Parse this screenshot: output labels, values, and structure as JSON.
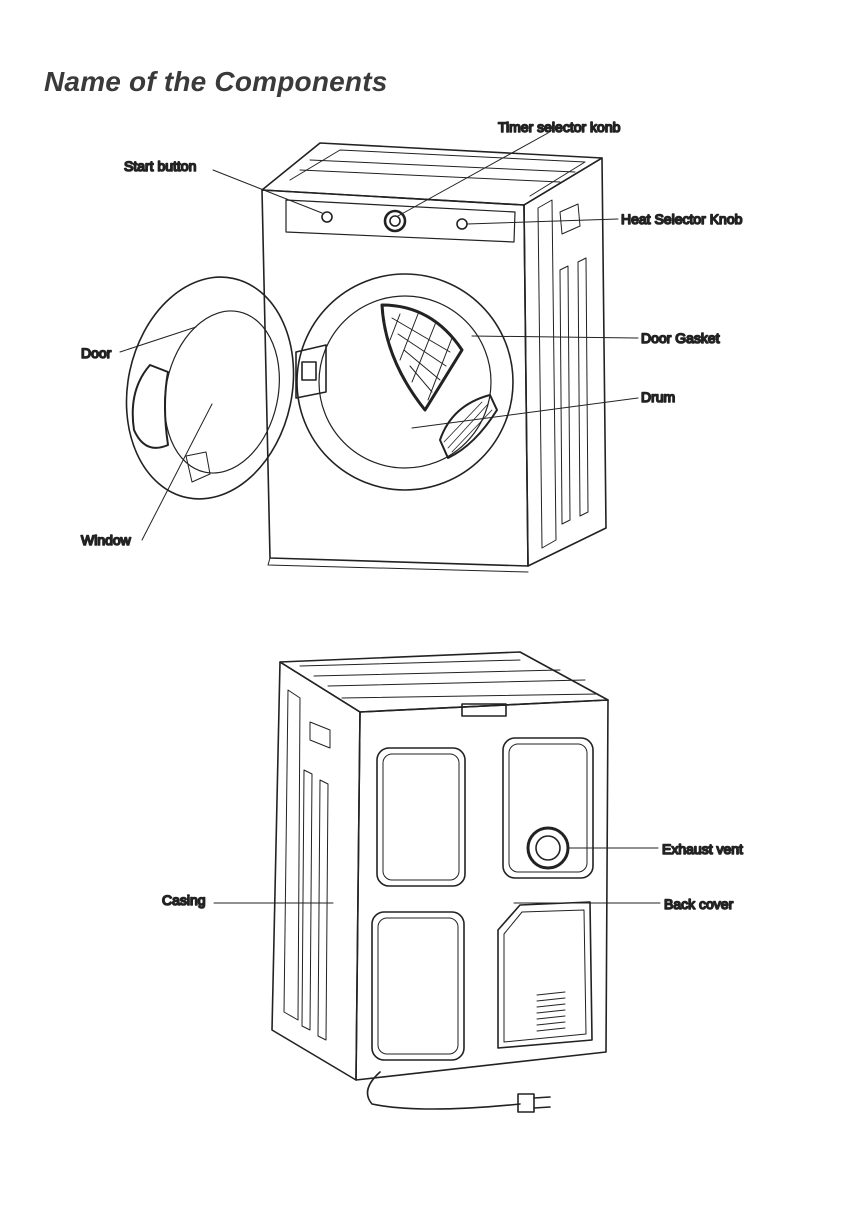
{
  "page": {
    "title": "Name of the Components"
  },
  "front_view": {
    "labels": {
      "timer_knob": "Timer selector konb",
      "start_button": "Start button",
      "heat_knob": "Heat Selector Knob",
      "door": "Door",
      "door_gasket": "Door Gasket",
      "drum": "Drum",
      "window": "Window"
    }
  },
  "back_view": {
    "labels": {
      "exhaust_vent": "Exhaust vent",
      "casing": "Casing",
      "back_cover": "Back cover"
    }
  }
}
